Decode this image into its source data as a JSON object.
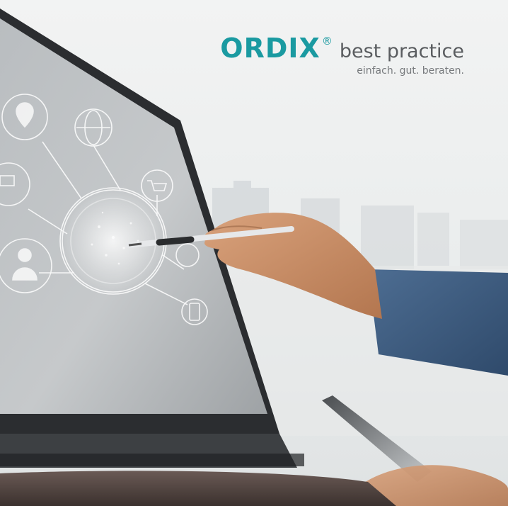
{
  "brand": {
    "name": "ORDIX",
    "registered": "®",
    "suffix": "best practice",
    "tagline": "einfach. gut. beraten.",
    "color": "#1a9aa1"
  },
  "photo": {
    "icons": [
      "location-pin-icon",
      "globe-icon",
      "shopping-cart-icon",
      "laptop-icon",
      "user-icon",
      "mobile-phone-icon"
    ]
  }
}
